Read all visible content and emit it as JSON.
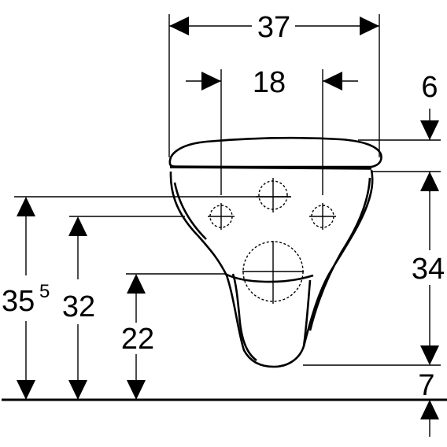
{
  "dimensions": {
    "overall_width": "37",
    "fixing_spacing": "18",
    "seat_top_offset": "6",
    "pan_height": "34",
    "floor_clearance": "7",
    "total_height_base": "35",
    "total_height_superscript": "5",
    "fixing_height": "32",
    "outlet_height": "22"
  }
}
